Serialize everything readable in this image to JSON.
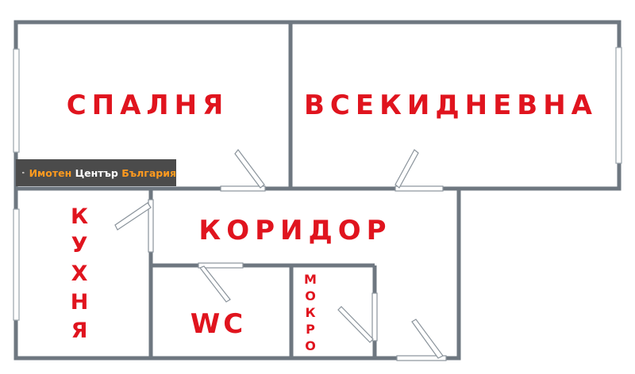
{
  "rooms": {
    "bedroom": "СПАЛНЯ",
    "living": "ВСЕКИДНЕВНА",
    "corridor": "КОРИДОР",
    "kitchen": [
      "К",
      "У",
      "Х",
      "Н",
      "Я"
    ],
    "wc": "WC",
    "wet": [
      "М",
      "О",
      "К",
      "Р",
      "О"
    ]
  },
  "brand": {
    "part1": "Имотен ",
    "part2": "Център ",
    "part3": "България"
  },
  "colors": {
    "label": "#e0141e",
    "wall": "#6e7780",
    "brand_bg": "#4b4b4b",
    "brand_accent": "#ff9a1f"
  }
}
